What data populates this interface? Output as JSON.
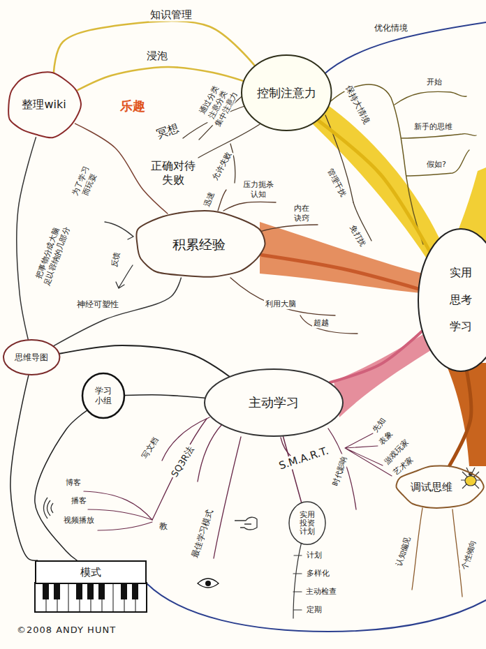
{
  "diagram": {
    "nodes": [
      {
        "text": [
          "整理wiki"
        ]
      },
      {
        "text": [
          "控制注意力"
        ]
      },
      {
        "text": [
          "积累经验"
        ]
      },
      {
        "text": [
          "实用 思考 学习"
        ]
      },
      {
        "text": [
          "思维导图"
        ]
      },
      {
        "text": [
          "学习 小组"
        ]
      },
      {
        "text": [
          "主动学习"
        ]
      },
      {
        "text": [
          "调试思维"
        ]
      },
      {
        "text": [
          "实用投资计划"
        ]
      },
      {
        "text": [
          "模式"
        ]
      }
    ],
    "edges": [
      {
        "from": 0,
        "to": 1,
        "label": "知识管理",
        "arrow": "none"
      },
      {
        "from": 0,
        "to": 1,
        "label": "浸泡",
        "arrow": "none"
      },
      {
        "from": 0,
        "to": 4,
        "arrow": "none"
      },
      {
        "from": 0,
        "to": 2,
        "arrow": "none"
      },
      {
        "from": 1,
        "to": 3,
        "arrow": "none"
      },
      {
        "from": 2,
        "to": 3,
        "arrow": "none"
      },
      {
        "from": 6,
        "to": 3,
        "arrow": "none"
      },
      {
        "from": 7,
        "to": 3,
        "arrow": "none"
      },
      {
        "from": 4,
        "to": 2,
        "label": "神经可塑性",
        "arrow": "none"
      },
      {
        "from": 5,
        "to": 6,
        "arrow": "none"
      },
      {
        "from": 4,
        "to": 6,
        "arrow": "none"
      },
      {
        "from": 9,
        "to": 4,
        "arrow": "none"
      },
      {
        "from": 9,
        "to": 5,
        "arrow": "none"
      },
      {
        "from": 8,
        "to": 6,
        "arrow": "none"
      }
    ],
    "labels": [
      "乐趣",
      "优化情境",
      "保持大情境",
      "开始",
      "新手的思维",
      "假如?",
      "通过分类 注意分类 集中注意力",
      "冥想",
      "正确对待 失败",
      "允许失败",
      "压力扼杀 认知",
      "迅速",
      "内在 诀窍",
      "管理干扰",
      "免打扰",
      "为了学习 而玩耍",
      "把事物分成大脑 足以容纳的几部分",
      "反馈",
      "利用大脑",
      "超越",
      "写文档",
      "SQ3R法",
      "教",
      "博客",
      "播客",
      "视频播放",
      "最佳学习模式",
      "S.M.A.R.T.",
      "时代影响",
      "先知",
      "表象",
      "游戏玩家",
      "艺术家",
      "计划",
      "多样化",
      "主动检查",
      "定期",
      "认知偏见",
      "个性倾向",
      "©2008 ANDY HUNT"
    ]
  }
}
